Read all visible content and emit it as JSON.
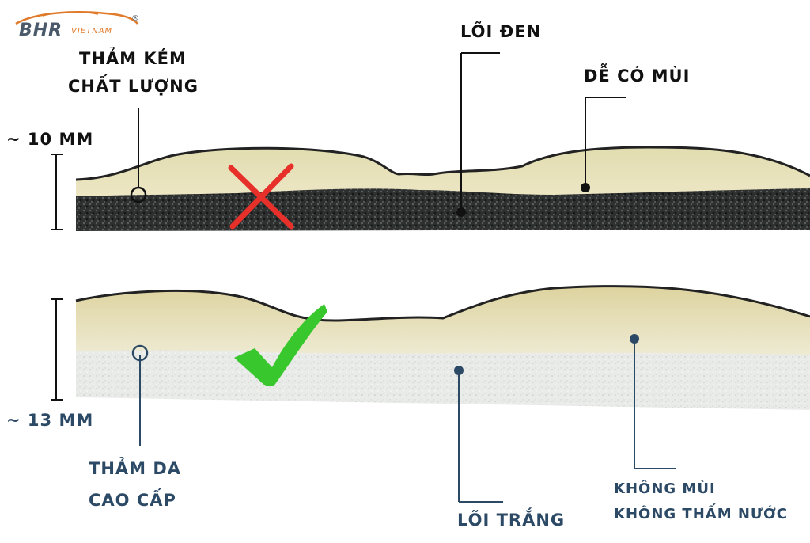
{
  "logo": {
    "main": "BHR",
    "sub": "VIETNAM",
    "reg": "®"
  },
  "top_panel": {
    "thickness": "~ 10 MM",
    "label_product": [
      "THẢM KÉM",
      "CHẤT LƯỢNG"
    ],
    "label_core": "LÕI ĐEN",
    "label_smell": "DỄ CÓ MÙI",
    "verdict_icon": "red-x-icon"
  },
  "bottom_panel": {
    "thickness": "~ 13 MM",
    "label_product": [
      "THẢM DA",
      "CAO CẤP"
    ],
    "label_core": "LÕI TRẮNG",
    "label_props": [
      "KHÔNG MÙI",
      "KHÔNG THẤM NƯỚC"
    ],
    "verdict_icon": "green-check-icon"
  },
  "colors": {
    "dark_text": "#111111",
    "blue_text": "#2c4a66",
    "foam_cream": "#e8e2bb",
    "black_core": "#2e3030",
    "white_core": "#e9ebe8",
    "cross": "#e8302a",
    "check": "#39c72e",
    "logo_orange": "#e07a2a"
  }
}
